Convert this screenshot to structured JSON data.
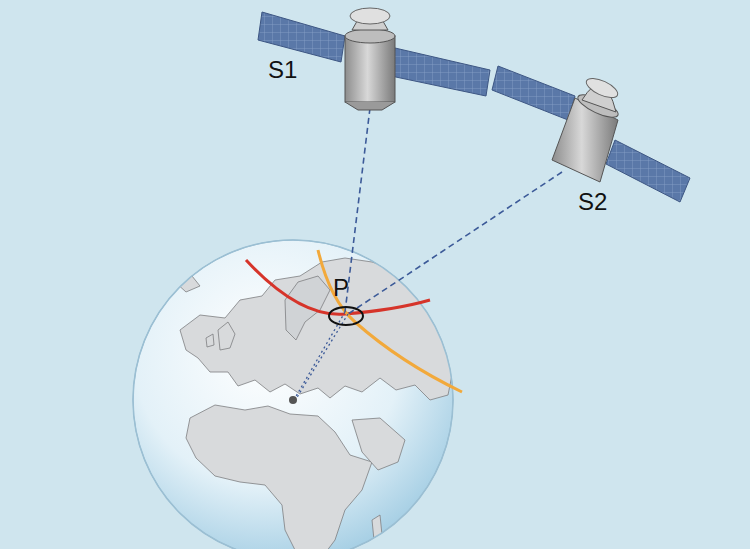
{
  "diagram": {
    "labels": [
      "S1",
      "S2",
      "P"
    ]
  }
}
